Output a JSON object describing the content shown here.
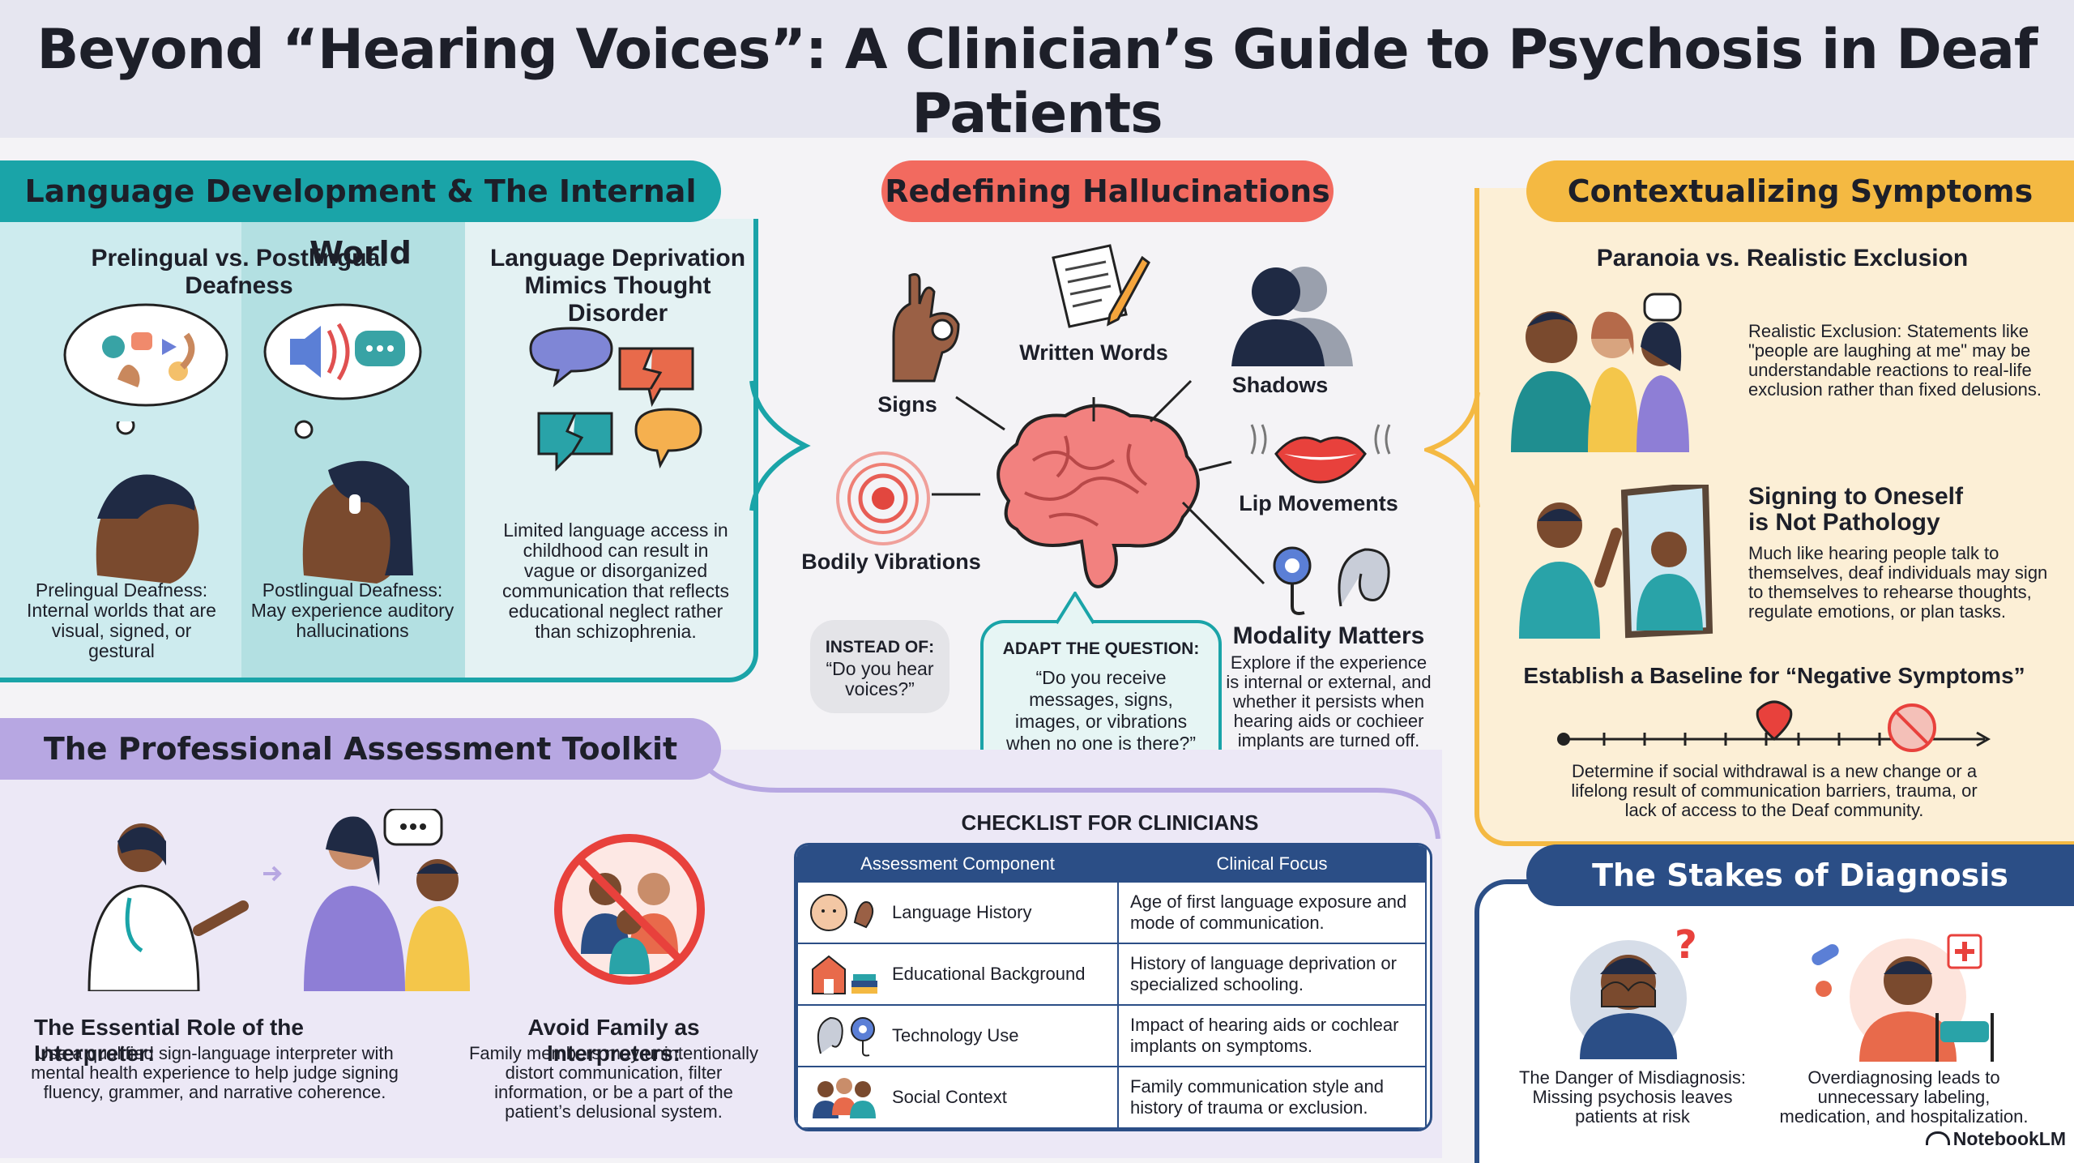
{
  "title": "Beyond “Hearing Voices”: A Clinician’s Guide to Psychosis in Deaf Patients",
  "language": {
    "heading": "Language Development & The Internal World",
    "col1_title": "Prelingual vs. Postlingual Deafness",
    "prelingual": "Prelingual Deafness: Internal worlds that are visual, signed, or gestural",
    "postlingual": "Postlingual Deafness: May experience auditory hallucinations",
    "col2_title": "Language Deprivation Mimics Thought Disorder",
    "deprivation_text": "Limited language access in childhood can result in vague or disorganized communication that reflects educational neglect rather than schizophrenia."
  },
  "hallucinations": {
    "heading": "Redefining Hallucinations",
    "signs": "Signs",
    "written": "Written Words",
    "shadows": "Shadows",
    "lip": "Lip Movements",
    "vibrations": "Bodily Vibrations",
    "instead_label": "INSTEAD OF:",
    "instead_quote": "“Do you hear voices?”",
    "adapt_label": "ADAPT THE QUESTION:",
    "adapt_quote": "“Do you receive messages, signs, images, or vibrations when no one is there?”",
    "modality_title": "Modality Matters",
    "modality_text": "Explore if the experience is internal or external, and whether it persists when hearing aids or cochieer implants are turned off."
  },
  "context": {
    "heading": "Contextualizing Symptoms",
    "paranoia_title": "Paranoia vs. Realistic Exclusion",
    "paranoia_text": "Realistic Exclusion: Statements like \"people are laughing at me\" may be understandable reactions to real-life exclusion rather than fixed delusions.",
    "signing_title": "Signing to Oneself is Not Pathology",
    "signing_text": "Much like hearing people talk to themselves, deaf individuals may sign to themselves to rehearse thoughts, regulate emotions, or plan tasks.",
    "baseline_title": "Establish a Baseline for “Negative Symptoms”",
    "baseline_text": "Determine if social withdrawal is a new change or a lifelong result of communication barriers, trauma, or lack of access to the Deaf community."
  },
  "toolkit": {
    "heading": "The Professional Assessment Toolkit",
    "interpreter_title": "The Essential Role of the Interpreter:",
    "interpreter_text": "Use a qualified sign-language interpreter with mental health experience to help judge signing fluency, grammer, and narrative coherence.",
    "family_title": "Avoid Family as Interpreters:",
    "family_text": "Family members may unintentionally distort communication, filter information, or be a part of the patient’s delusional system."
  },
  "checklist": {
    "title": "CHECKLIST FOR CLINICIANS",
    "headers": [
      "Assessment Component",
      "Clinical Focus"
    ],
    "rows": [
      {
        "component": "Language History",
        "focus": "Age of first language exposure and mode of communication."
      },
      {
        "component": "Educational Background",
        "focus": "History of language deprivation or specialized schooling."
      },
      {
        "component": "Technology Use",
        "focus": "Impact of hearing aids or cochlear implants on symptoms."
      },
      {
        "component": "Social Context",
        "focus": "Family communication style and history of trauma or exclusion."
      }
    ]
  },
  "stakes": {
    "heading": "The Stakes of Diagnosis",
    "misdiagnosis": "The Danger of Misdiagnosis: Missing psychosis leaves patients at risk",
    "overdiagnosis": "Overdiagnosing leads to unnecessary labeling, medication, and hospitalization."
  },
  "brand": "NotebookLM"
}
